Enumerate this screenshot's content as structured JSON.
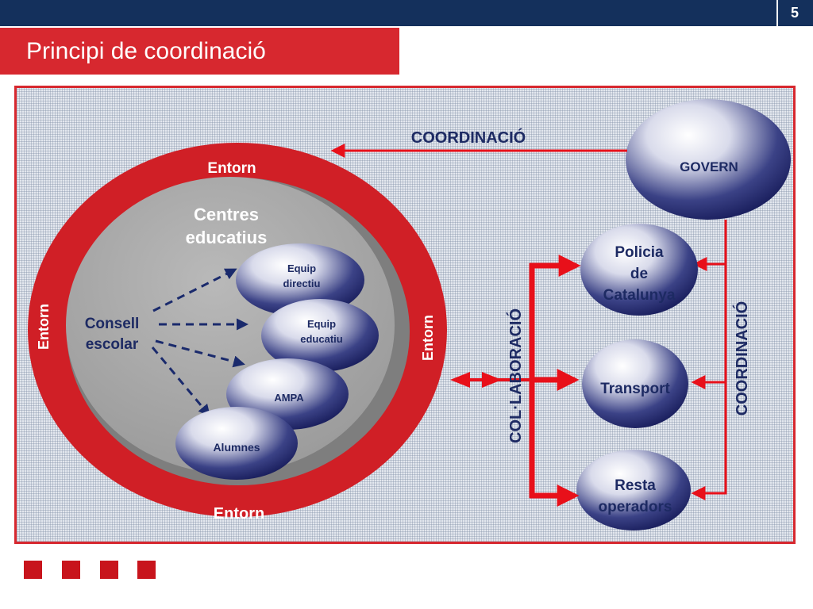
{
  "header": {
    "page_number": "5",
    "title": "Principi de coordinació"
  },
  "diagram": {
    "entorn": "Entorn",
    "centres": [
      "Centres",
      "educatius"
    ],
    "consell": [
      "Consell",
      "escolar"
    ],
    "members": {
      "equip_directiu": [
        "Equip",
        "directiu"
      ],
      "equip_educatiu": [
        "Equip",
        "educatiu"
      ],
      "ampa": "AMPA",
      "alumnes": "Alumnes"
    },
    "govern": "GOVERN",
    "policia": [
      "Policia",
      "de",
      "Catalunya"
    ],
    "transport": "Transport",
    "resta": [
      "Resta",
      "operadors"
    ],
    "coordinacio_top": "COORDINACIÓ",
    "coordinacio_side": "COORDINACIÓ",
    "colaboracio": "COL·LABORACIÓ"
  },
  "colors": {
    "navy": "#14305c",
    "red": "#d7282f",
    "ellipse_dark": "#262c6e",
    "ring_red": "#d01f26",
    "inner_grey": "#a3a3a3"
  },
  "decor": {
    "bottom_squares": 4
  }
}
